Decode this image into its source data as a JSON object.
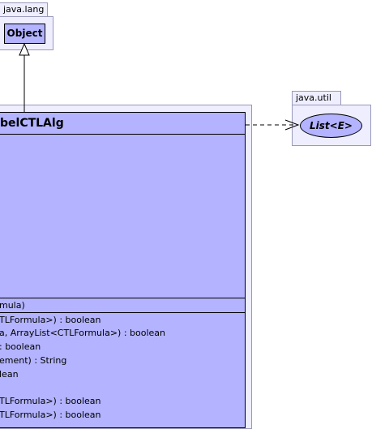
{
  "packages": {
    "java_lang": {
      "label": "java.lang",
      "class_name": "Object"
    },
    "java_util": {
      "label": "java.util",
      "interface_name": "List<E>"
    }
  },
  "main_class": {
    "name": "belCTLAlg",
    "constructor": "mula)",
    "methods": [
      "TLFormula>) : boolean",
      "a, ArrayList<CTLFormula>) : boolean",
      ": boolean",
      "ement) : String",
      "lean",
      "",
      "TLFormula>) : boolean",
      "TLFormula>) : boolean"
    ]
  },
  "colors": {
    "package_fill": "#eeeeff",
    "class_fill": "#b3b3ff",
    "package_border": "#9999bb"
  }
}
